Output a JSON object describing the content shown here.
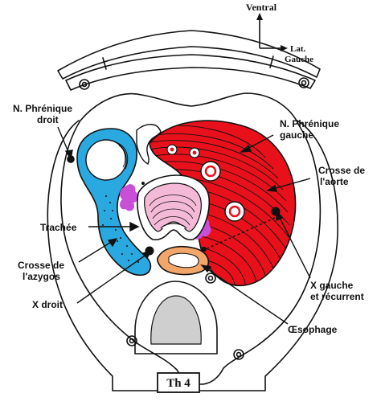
{
  "orientation": {
    "up_label": "Ventral",
    "right_label_line1": "Lat.",
    "right_label_line2": "Gauche"
  },
  "labels": {
    "phrenic_right_line1": "N. Phrénique",
    "phrenic_right_line2": "droit",
    "phrenic_left_line1": "N. Phrénique",
    "phrenic_left_line2": "gauche",
    "aortic_arch_line1": "Crosse de",
    "aortic_arch_line2": "l'aorte",
    "trachea": "Trachée",
    "azygos_arch_line1": "Crosse de",
    "azygos_arch_line2": "l'azygos",
    "vagus_right": "X droit",
    "vagus_left_line1": "X gauche",
    "vagus_left_line2": "et récurrent",
    "esophagus": "Œsophage"
  },
  "vertebra_level": "Th 4",
  "colors": {
    "aorta_red": "#e8111b",
    "azygos_blue": "#2aa9e0",
    "lymph_magenta": "#c94fd8",
    "esophagus_orange": "#f2a66a",
    "trachea_pink": "#f4b9d6",
    "outline": "#111111"
  },
  "icons": {
    "orientation": "axis-arrows-icon"
  }
}
